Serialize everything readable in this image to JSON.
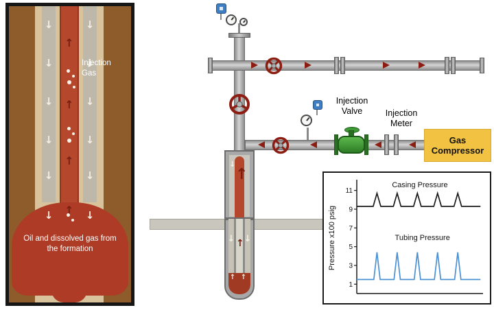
{
  "left_panel": {
    "injection_gas": "Injection Gas",
    "formation_text": "Oil and dissolved gas from the formation"
  },
  "schematic": {
    "injection_valve": "Injection Valve",
    "injection_meter": "Injection Meter",
    "gas_compressor": "Gas Compressor"
  },
  "icons": {
    "down_arrow": "↓",
    "up_arrow": "↑"
  },
  "colors": {
    "formation-brown": "#8e5c2b",
    "casing-tan": "#d8c39c",
    "annulus-gray": "#beb8aa",
    "tubing-red": "#b5482c",
    "reservoir-red": "#ad3b26",
    "pipe-gray": "#a8a8a8",
    "pipe-dark": "#6e6e6e",
    "valve-red": "#8c1d12",
    "valve-green": "#3f9a36",
    "compressor-yellow": "#f2c242",
    "instrument-blue": "#3f7ec2",
    "ground-gray": "#c9c7bd",
    "arrow-white": "#f2efe4",
    "arrow-dark-red": "#7a1f10"
  },
  "chart_data": {
    "type": "line",
    "title": "",
    "xlabel": "",
    "ylabel": "Pressure x100 psig",
    "yticks": [
      1,
      3,
      5,
      7,
      9,
      11
    ],
    "ylim": [
      0,
      12
    ],
    "xlim": [
      0,
      100
    ],
    "grid": false,
    "legend": "inline-labels",
    "series": [
      {
        "name": "Casing Pressure",
        "color": "#1a1a1a",
        "label_anchor": {
          "x": 50,
          "y": 11.35
        },
        "points": [
          [
            0,
            9.3
          ],
          [
            13,
            9.3
          ],
          [
            16,
            10.7
          ],
          [
            19,
            9.3
          ],
          [
            29,
            9.3
          ],
          [
            32,
            10.7
          ],
          [
            35,
            9.3
          ],
          [
            45,
            9.3
          ],
          [
            48,
            10.7
          ],
          [
            51,
            9.3
          ],
          [
            61,
            9.3
          ],
          [
            64,
            10.7
          ],
          [
            67,
            9.3
          ],
          [
            77,
            9.3
          ],
          [
            80,
            10.7
          ],
          [
            83,
            9.3
          ],
          [
            98,
            9.3
          ]
        ]
      },
      {
        "name": "Tubing Pressure",
        "color": "#4a90d4",
        "label_anchor": {
          "x": 52,
          "y": 5.7
        },
        "points": [
          [
            0,
            1.5
          ],
          [
            13.5,
            1.5
          ],
          [
            16,
            4.4
          ],
          [
            18.5,
            1.5
          ],
          [
            29.5,
            1.5
          ],
          [
            32,
            4.4
          ],
          [
            34.5,
            1.5
          ],
          [
            45.5,
            1.5
          ],
          [
            48,
            4.4
          ],
          [
            50.5,
            1.5
          ],
          [
            61.5,
            1.5
          ],
          [
            64,
            4.4
          ],
          [
            66.5,
            1.5
          ],
          [
            77.5,
            1.5
          ],
          [
            80,
            4.4
          ],
          [
            82.5,
            1.5
          ],
          [
            98,
            1.5
          ]
        ]
      }
    ]
  }
}
